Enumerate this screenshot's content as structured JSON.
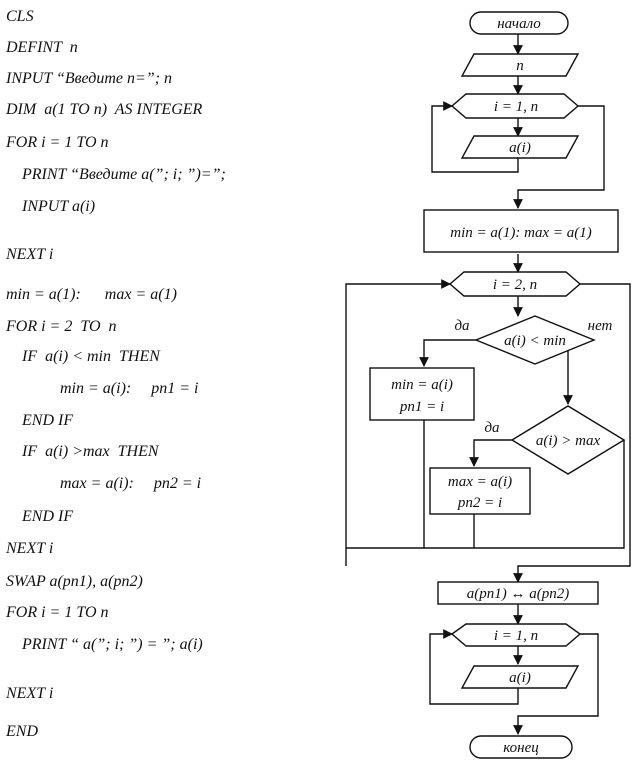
{
  "code": {
    "lines": [
      "CLS",
      "DEFINT  n",
      "INPUT “Введите n=”; n",
      "DIM  a(1 TO n)  AS INTEGER",
      "FOR i = 1 TO n",
      "PRINT “Введите a(”; i; ”)=”;",
      "INPUT a(i)",
      "NEXT i",
      "min = a(1):      max = a(1)",
      "FOR i = 2  TO  n",
      "IF  a(i) < min  THEN",
      "min = a(i):     pn1 = i",
      "END IF",
      "IF  a(i) >max  THEN",
      "max = a(i):     pn2 = i",
      "END IF",
      "NEXT i",
      "SWAP a(pn1), a(pn2)",
      "FOR i = 1 TO n",
      "PRINT “ a(”; i; ”) = ”; a(i)",
      "NEXT i",
      "END"
    ]
  },
  "flowchart": {
    "start": "начало",
    "input_n": "n",
    "loop1": "i = 1, n",
    "input_ai": "a(i)",
    "init": "min = a(1): max = a(1)",
    "loop2": "i = 2, n",
    "cond1": "a(i) < min",
    "cond1_yes": "да",
    "cond1_no": "нет",
    "assign_min": "min = a(i)",
    "assign_pn1": "pn1 = i",
    "cond2": "a(i) > max",
    "cond2_yes": "да",
    "assign_max": "max = a(i)",
    "assign_pn2": "pn2 = i",
    "swap": "a(pn1) ↔ a(pn2)",
    "loop3": "i = 1, n",
    "output_ai": "a(i)",
    "end": "конец"
  }
}
